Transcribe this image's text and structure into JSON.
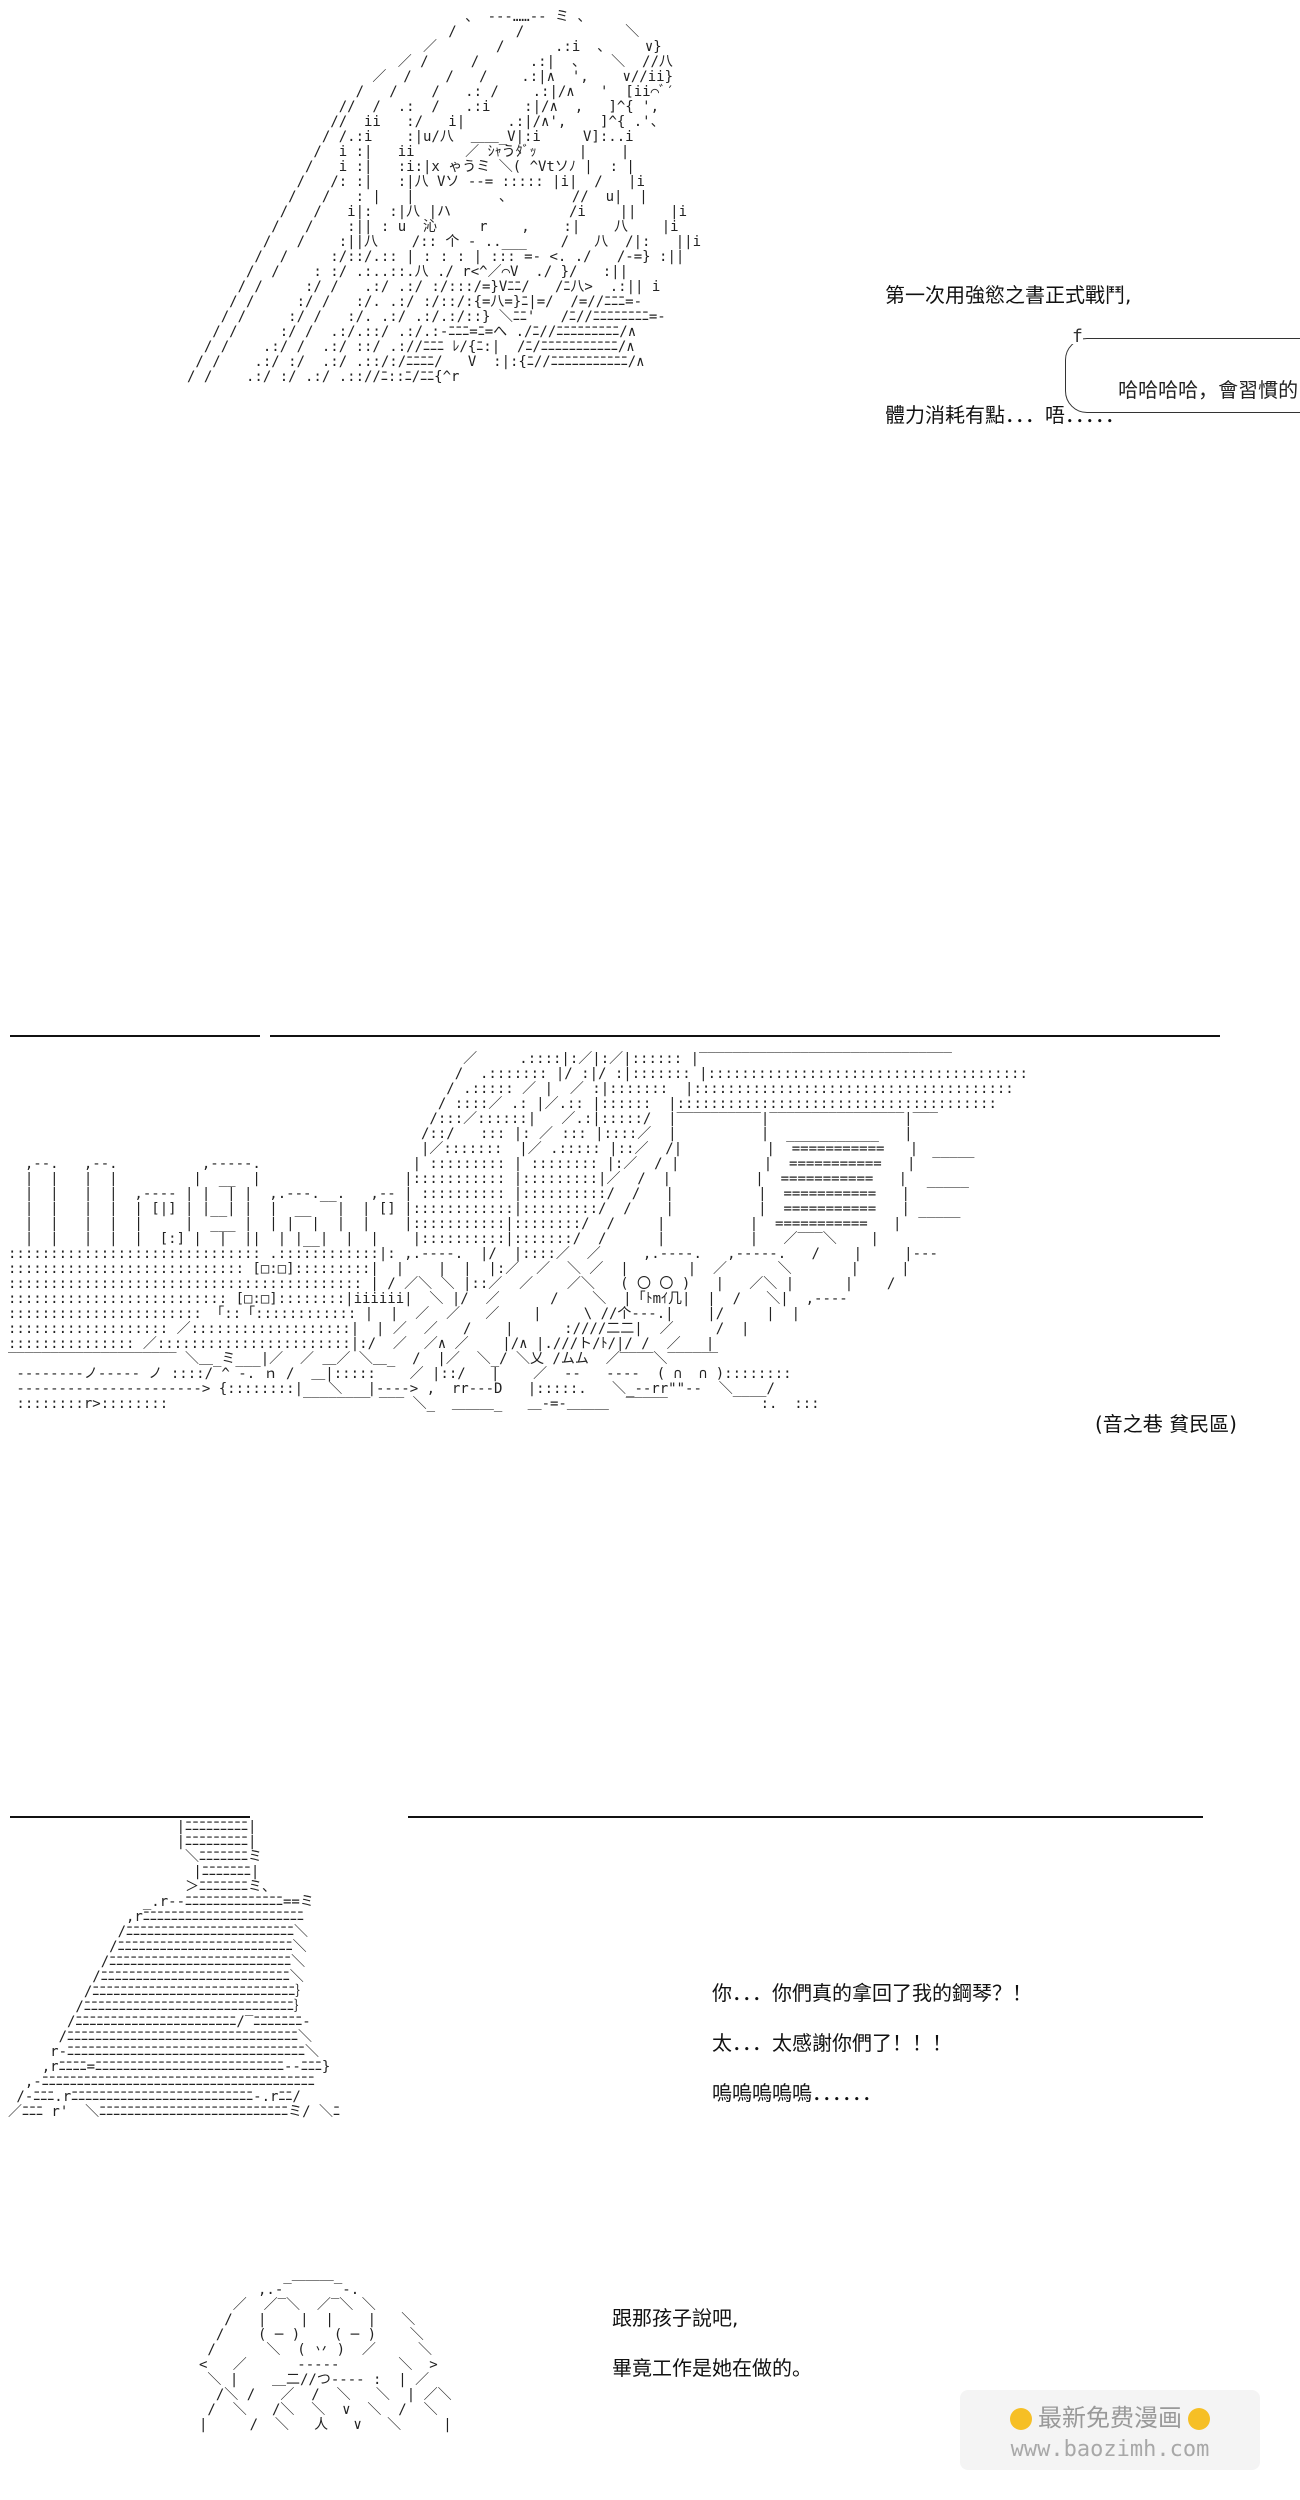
{
  "panel1": {
    "dialog": [
      "第一次用強慾之書正式戰鬥,",
      "體力消耗有點．．．唔．．．．．"
    ],
    "bubble_mark": "f",
    "bubble": "哈哈哈哈，會習慣的"
  },
  "panel2": {
    "location": "(音之巷  貧民區)"
  },
  "panel3": {
    "dialog": [
      "你．．．你們真的拿回了我的鋼琴？！",
      "太．．．太感謝你們了！！！",
      "嗚嗚嗚嗚嗚．．．．．．"
    ]
  },
  "panel4": {
    "dialog": [
      "跟那孩子說吧,",
      "畢竟工作是她在做的。"
    ]
  },
  "watermark": {
    "line1": "最新免费漫画",
    "line2": "www.baozimh.com"
  },
  "colors": {
    "ink": "#111111",
    "background": "#ffffff",
    "watermark_icon": "#f5b400"
  }
}
